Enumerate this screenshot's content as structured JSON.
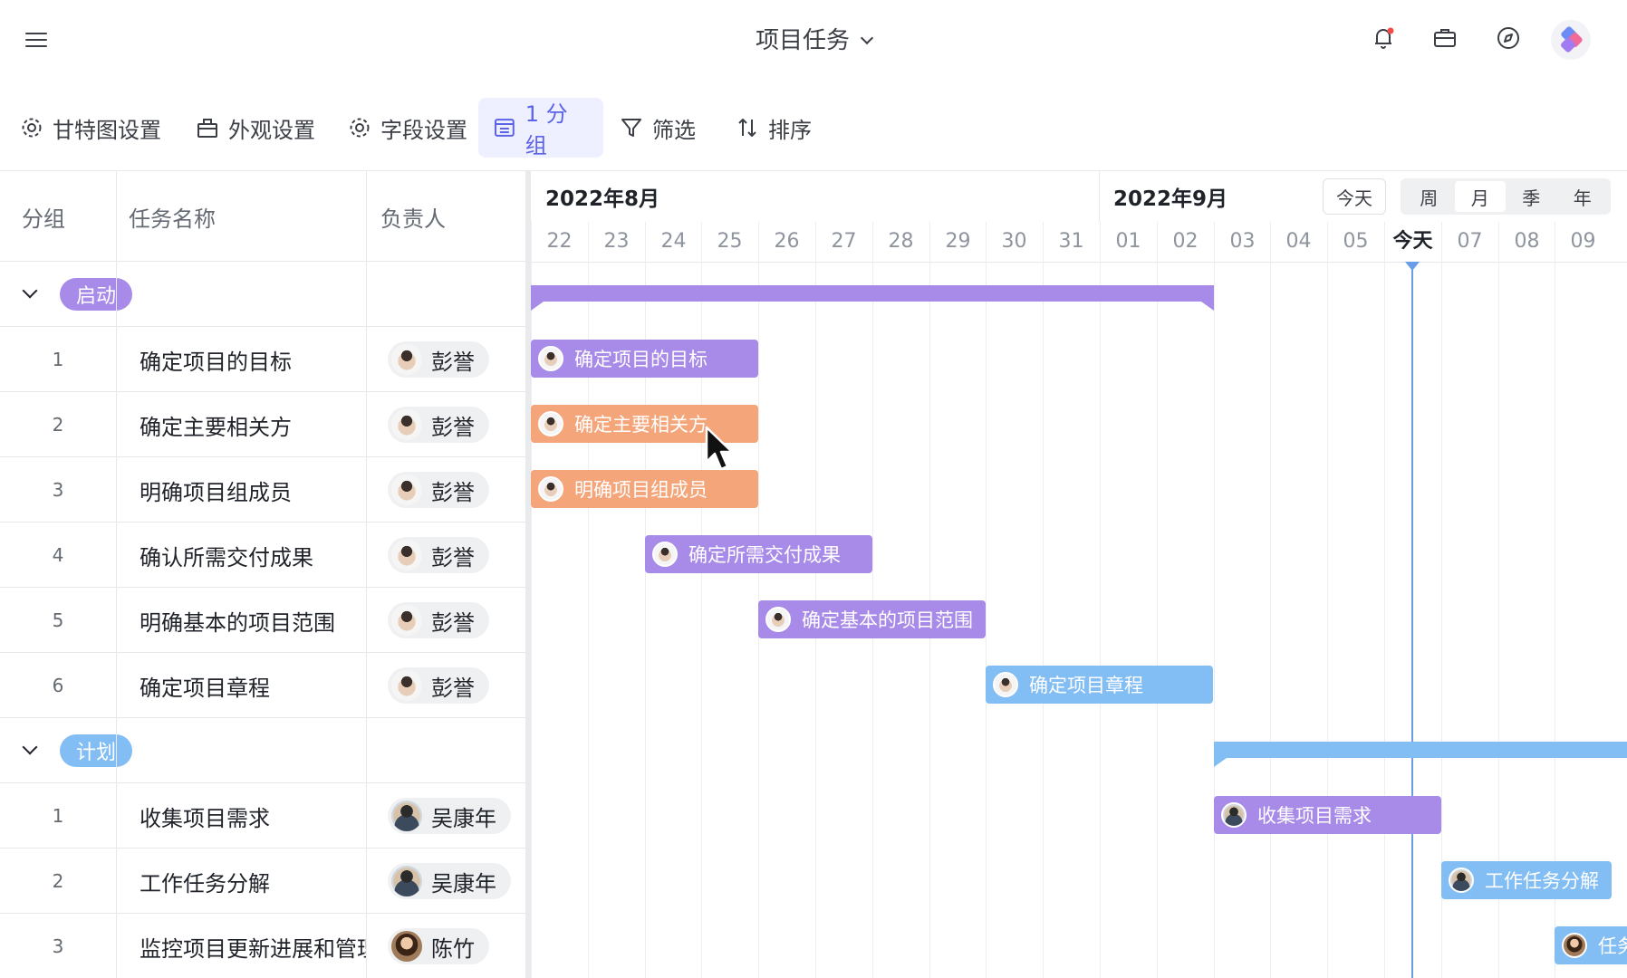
{
  "header": {
    "title": "项目任务",
    "icons": [
      "menu-icon",
      "bell-icon",
      "briefcase-icon",
      "compass-icon",
      "app-logo-icon"
    ]
  },
  "toolbar": {
    "gantt_settings": "甘特图设置",
    "appearance": "外观设置",
    "fields": "字段设置",
    "group": "1 分组",
    "filter": "筛选",
    "sort": "排序"
  },
  "table": {
    "col_group": "分组",
    "col_task": "任务名称",
    "col_owner": "负责人"
  },
  "groups": [
    {
      "name": "启动",
      "color": "#a88ae8",
      "rows": [
        {
          "num": "1",
          "task": "确定项目的目标",
          "owner": "彭誉"
        },
        {
          "num": "2",
          "task": "确定主要相关方",
          "owner": "彭誉"
        },
        {
          "num": "3",
          "task": "明确项目组成员",
          "owner": "彭誉"
        },
        {
          "num": "4",
          "task": "确认所需交付成果",
          "owner": "彭誉"
        },
        {
          "num": "5",
          "task": "明确基本的项目范围",
          "owner": "彭誉"
        },
        {
          "num": "6",
          "task": "确定项目章程",
          "owner": "彭誉"
        }
      ]
    },
    {
      "name": "计划",
      "color": "#82bdf3",
      "rows": [
        {
          "num": "1",
          "task": "收集项目需求",
          "owner": "吴康年"
        },
        {
          "num": "2",
          "task": "工作任务分解",
          "owner": "吴康年"
        },
        {
          "num": "3",
          "task": "监控项目更新进展和管理",
          "owner": "陈竹"
        }
      ]
    }
  ],
  "gantt": {
    "month_aug": "2022年8月",
    "month_sep": "2022年9月",
    "today_button": "今天",
    "scale": [
      "周",
      "月",
      "季",
      "年"
    ],
    "scale_selected": "月",
    "days": [
      "22",
      "23",
      "24",
      "25",
      "26",
      "27",
      "28",
      "29",
      "30",
      "31",
      "01",
      "02",
      "03",
      "04",
      "05",
      "今天",
      "07",
      "08",
      "09"
    ],
    "today_label": "今天",
    "tasks": [
      {
        "label": "确定项目的目标",
        "color": "#a88ae8"
      },
      {
        "label": "确定主要相关方",
        "color": "#f4a57a"
      },
      {
        "label": "明确项目组成员",
        "color": "#f4a57a"
      },
      {
        "label": "确定所需交付成果",
        "color": "#a88ae8"
      },
      {
        "label": "确定基本的项目范围",
        "color": "#a88ae8"
      },
      {
        "label": "确定项目章程",
        "color": "#82bdf3"
      },
      {
        "label": "收集项目需求",
        "color": "#a88ae8"
      },
      {
        "label": "工作任务分解",
        "color": "#82bdf3"
      },
      {
        "label": "任务",
        "color": "#82bdf3"
      }
    ]
  }
}
